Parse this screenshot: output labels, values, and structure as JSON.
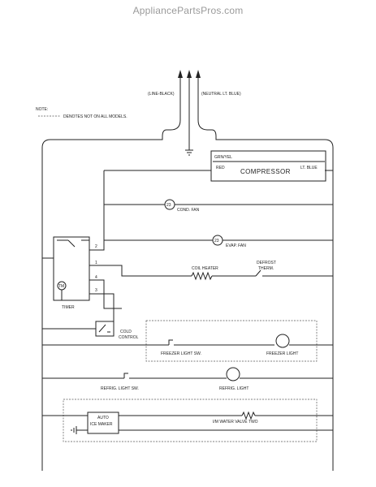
{
  "header": {
    "site": "AppliancePartsPros.com"
  },
  "note": {
    "title": "NOTE:",
    "legend": "DENOTES NOT ON ALL MODELS."
  },
  "power": {
    "line": "(LINE-BLACK)",
    "neutral": "(NEUTRAL LT. BLUE)"
  },
  "compressor": {
    "name": "COMPRESSOR",
    "wire_top": "GRN/YEL",
    "wire_left": "RED",
    "wire_right": "LT. BLUE"
  },
  "components": {
    "cond_fan": "COND. FAN",
    "evap_fan": "EVAP. FAN",
    "coil_heater": "COIL HEATER",
    "defrost_therm_1": "DEFROST",
    "defrost_therm_2": "THERM.",
    "timer": "TIMER",
    "timer_tm": "TM",
    "cold_control_1": "COLD",
    "cold_control_2": "CONTROL",
    "freezer_light_sw": "FREEZER LIGHT SW.",
    "freezer_light": "FREEZER LIGHT",
    "refrig_light_sw": "REFRIG. LIGHT SW.",
    "refrig_light": "REFRIG. LIGHT",
    "auto_1": "AUTO",
    "auto_2": "ICE MAKER",
    "water_valve": "I/M WATER VALVE TWO",
    "fan_symbol": "23"
  },
  "timer_terminals": [
    "2",
    "1",
    "4",
    "3"
  ]
}
